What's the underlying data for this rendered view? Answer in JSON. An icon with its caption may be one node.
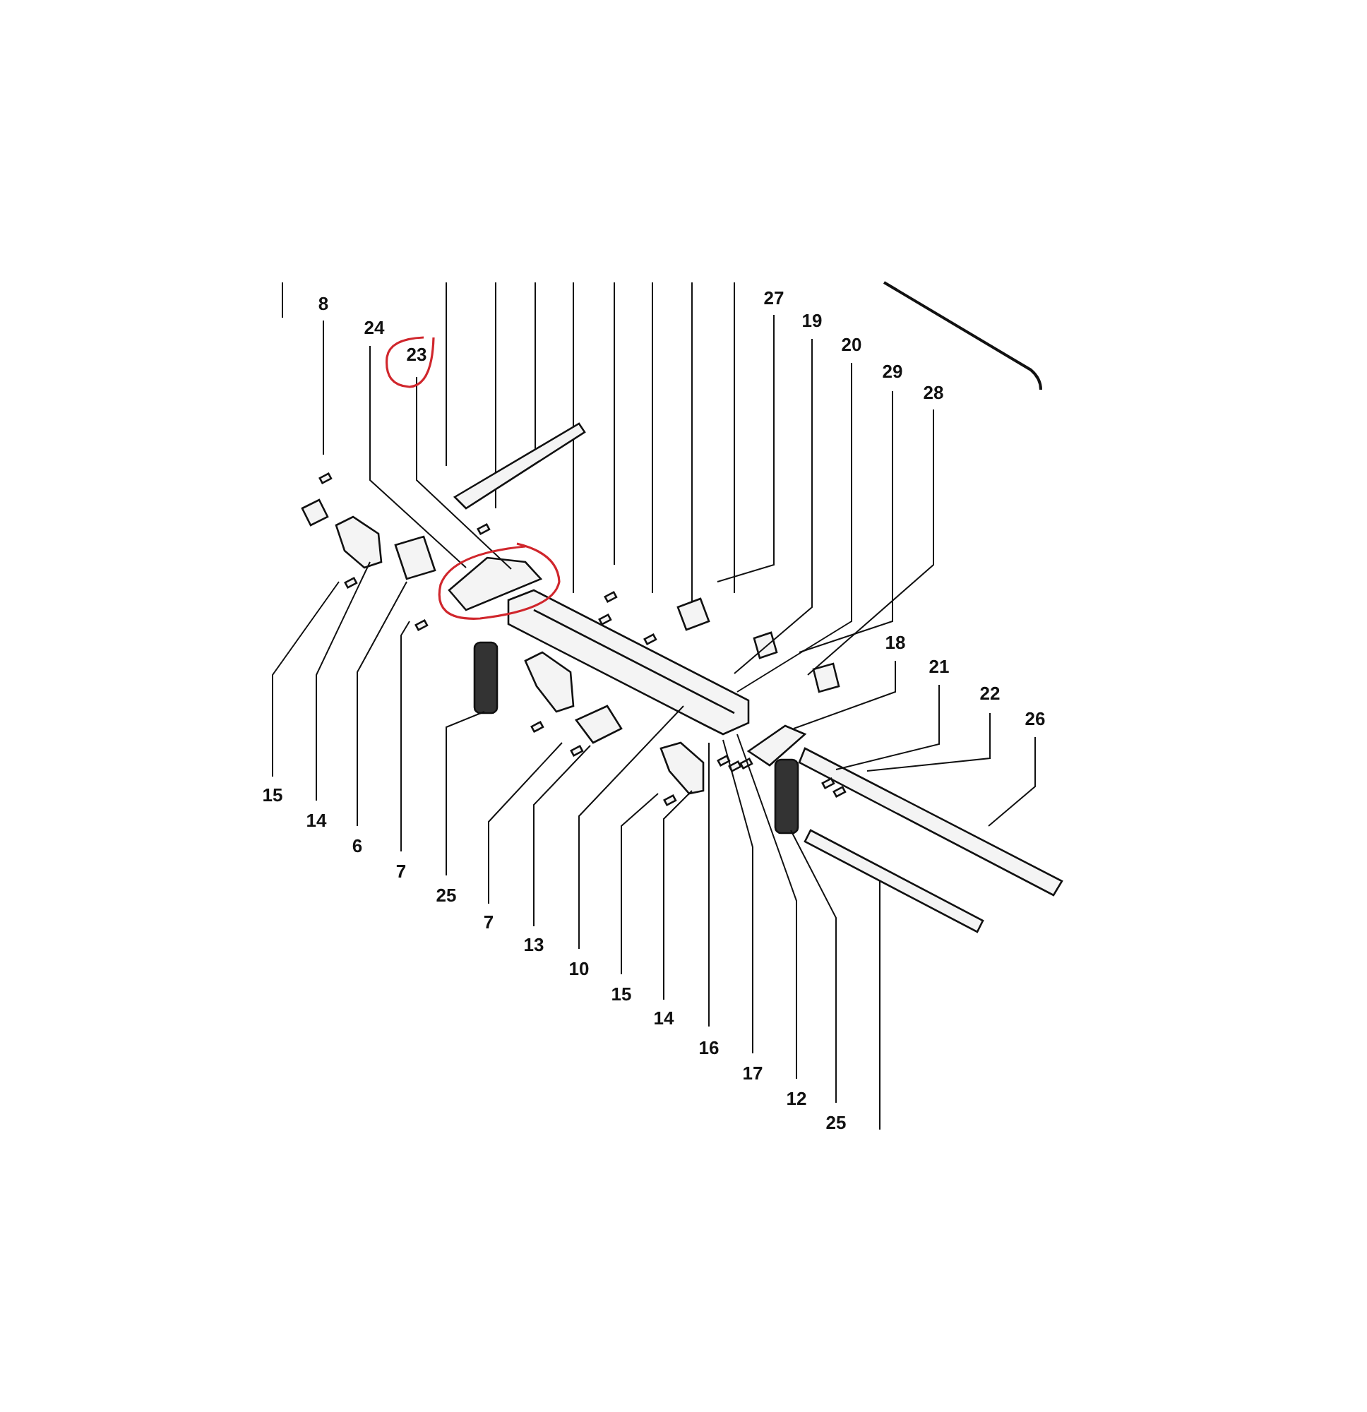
{
  "diagram": {
    "nodes": [
      {
        "text": [
          "8"
        ]
      },
      {
        "text": [
          "24"
        ]
      },
      {
        "text": [
          "23"
        ]
      },
      {
        "text": [
          "27"
        ]
      },
      {
        "text": [
          "19"
        ]
      },
      {
        "text": [
          "20"
        ]
      },
      {
        "text": [
          "29"
        ]
      },
      {
        "text": [
          "28"
        ]
      },
      {
        "text": [
          "18"
        ]
      },
      {
        "text": [
          "21"
        ]
      },
      {
        "text": [
          "22"
        ]
      },
      {
        "text": [
          "26"
        ]
      },
      {
        "text": [
          "15"
        ]
      },
      {
        "text": [
          "14"
        ]
      },
      {
        "text": [
          "6"
        ]
      },
      {
        "text": [
          "7"
        ]
      },
      {
        "text": [
          "25"
        ]
      },
      {
        "text": [
          "7"
        ]
      },
      {
        "text": [
          "13"
        ]
      },
      {
        "text": [
          "10"
        ]
      },
      {
        "text": [
          "15"
        ]
      },
      {
        "text": [
          "14"
        ]
      },
      {
        "text": [
          "16"
        ]
      },
      {
        "text": [
          "17"
        ]
      },
      {
        "text": [
          "12"
        ]
      },
      {
        "text": [
          "25"
        ]
      }
    ],
    "edges": [
      {
        "from": 0,
        "to": null,
        "arrow": "none"
      },
      {
        "from": 1,
        "to": null,
        "arrow": "none"
      },
      {
        "from": 2,
        "to": null,
        "arrow": "none"
      },
      {
        "from": 3,
        "to": null,
        "arrow": "none"
      },
      {
        "from": 4,
        "to": null,
        "arrow": "none"
      },
      {
        "from": 5,
        "to": null,
        "arrow": "none"
      },
      {
        "from": 6,
        "to": null,
        "arrow": "none"
      },
      {
        "from": 7,
        "to": null,
        "arrow": "none"
      },
      {
        "from": 8,
        "to": null,
        "arrow": "none"
      },
      {
        "from": 9,
        "to": null,
        "arrow": "none"
      },
      {
        "from": 10,
        "to": null,
        "arrow": "none"
      },
      {
        "from": 11,
        "to": null,
        "arrow": "none"
      },
      {
        "from": 12,
        "to": null,
        "arrow": "none"
      },
      {
        "from": 13,
        "to": null,
        "arrow": "none"
      },
      {
        "from": 14,
        "to": null,
        "arrow": "none"
      },
      {
        "from": 15,
        "to": null,
        "arrow": "none"
      },
      {
        "from": 16,
        "to": null,
        "arrow": "none"
      },
      {
        "from": 17,
        "to": null,
        "arrow": "none"
      },
      {
        "from": 18,
        "to": null,
        "arrow": "none"
      },
      {
        "from": 19,
        "to": null,
        "arrow": "none"
      },
      {
        "from": 20,
        "to": null,
        "arrow": "none"
      },
      {
        "from": 21,
        "to": null,
        "arrow": "none"
      },
      {
        "from": 22,
        "to": null,
        "arrow": "none"
      },
      {
        "from": 23,
        "to": null,
        "arrow": "none"
      },
      {
        "from": 24,
        "to": null,
        "arrow": "none"
      },
      {
        "from": 25,
        "to": null,
        "arrow": "none"
      }
    ]
  }
}
